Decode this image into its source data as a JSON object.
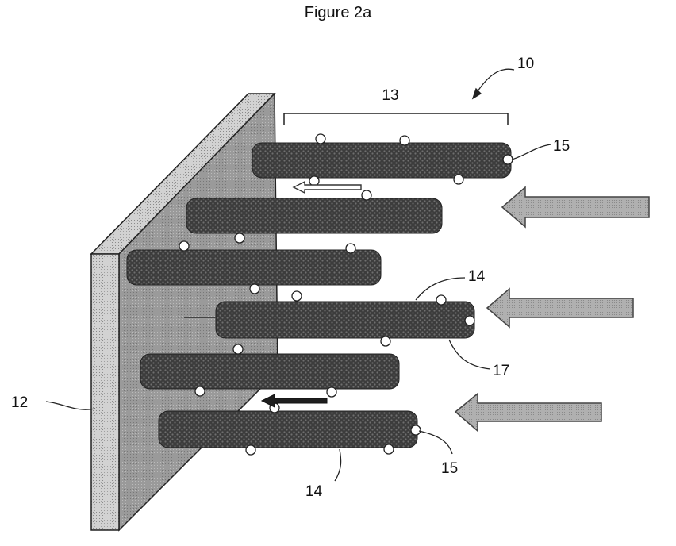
{
  "figure": {
    "title": "Figure 2a",
    "labels": {
      "device": "10",
      "substrate": "12",
      "bundle": "13",
      "nanostructure_a": "14",
      "nanostructure_b": "14",
      "particle_a": "15",
      "particle_b": "15",
      "surface": "17"
    },
    "colors": {
      "rod": "#3c3c3c",
      "rod_dot": "#6f6f6f",
      "substrate_face": "#9a9a9a",
      "substrate_edge": "#d2d2d2",
      "arrow_fill": "#b0b0b0",
      "arrow_stroke": "#444444",
      "particle": "#ffffff"
    },
    "elements": {
      "rod_count": 6,
      "incoming_arrow_count": 3,
      "flow_arrow_count": 2,
      "icons": [
        "substrate-plate",
        "nanorod",
        "particle",
        "incoming-arrow",
        "flow-arrow"
      ]
    }
  }
}
